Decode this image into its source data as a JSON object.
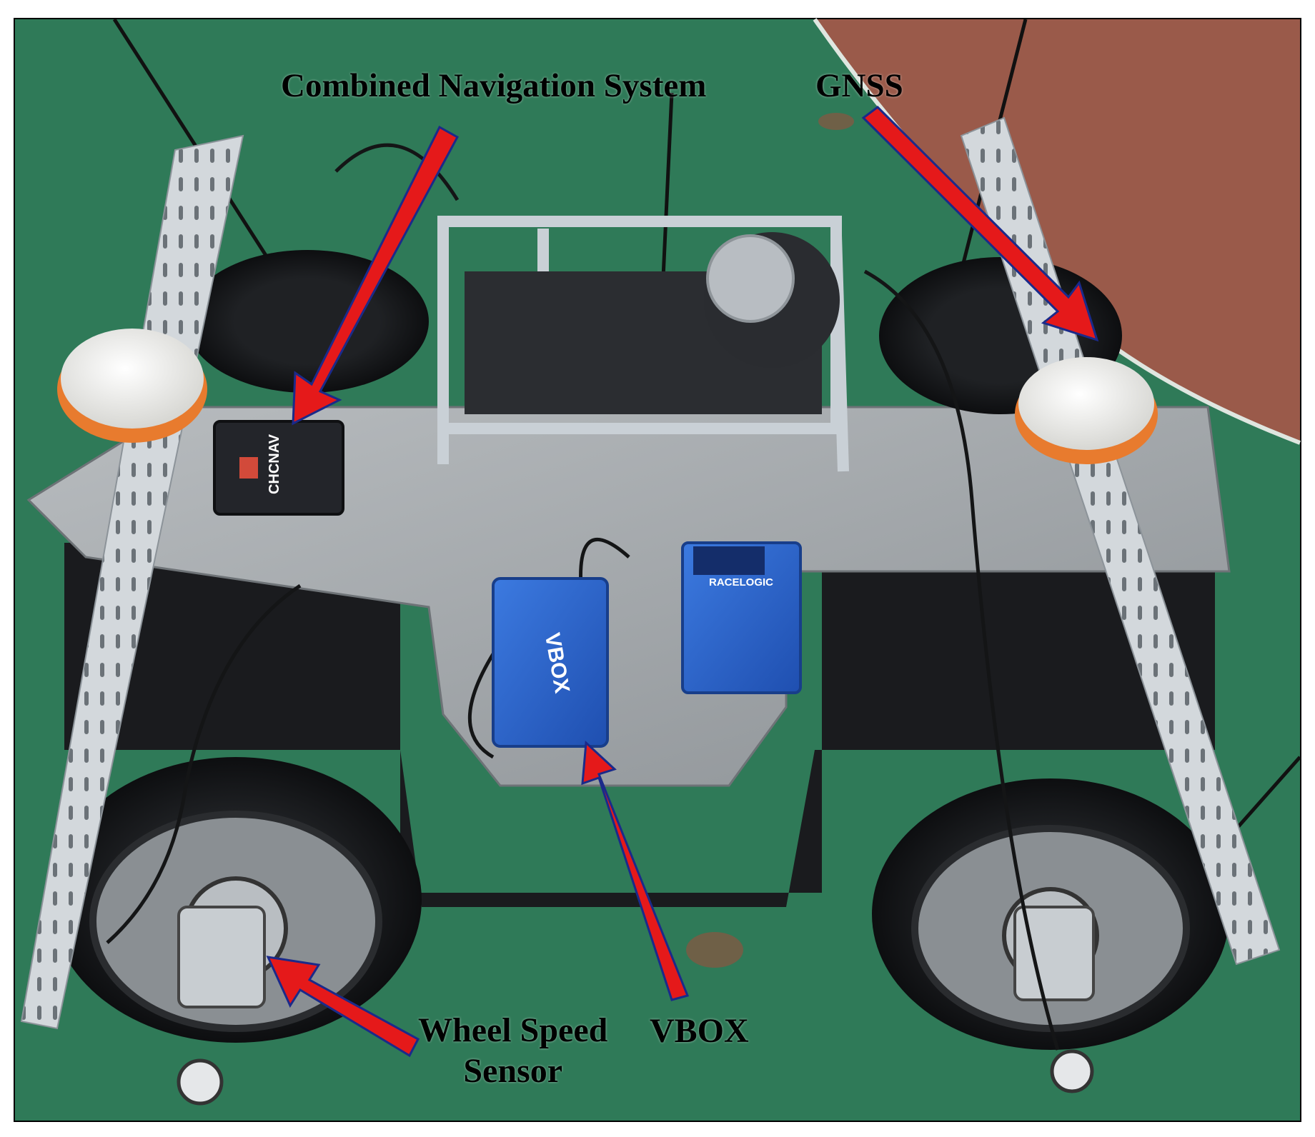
{
  "photo": {
    "scene_colors": {
      "court_green": "#2f7a58",
      "court_red": "#9a5a4a",
      "arrow_red": "#e5191a",
      "arrow_outline": "#1b2a8a",
      "vbox_blue": "#2a62c8",
      "frame_aluminum": "#c9d0d6"
    },
    "device_text": {
      "chcnav": "CHCNAV",
      "racelogic": "RACELOGIC",
      "vbox": "VBOX"
    }
  },
  "annotations": {
    "combined_navigation_system": "Combined Navigation System",
    "gnss": "GNSS",
    "wheel_speed_sensor_line1": "Wheel Speed",
    "wheel_speed_sensor_line2": "Sensor",
    "vbox": "VBOX"
  }
}
